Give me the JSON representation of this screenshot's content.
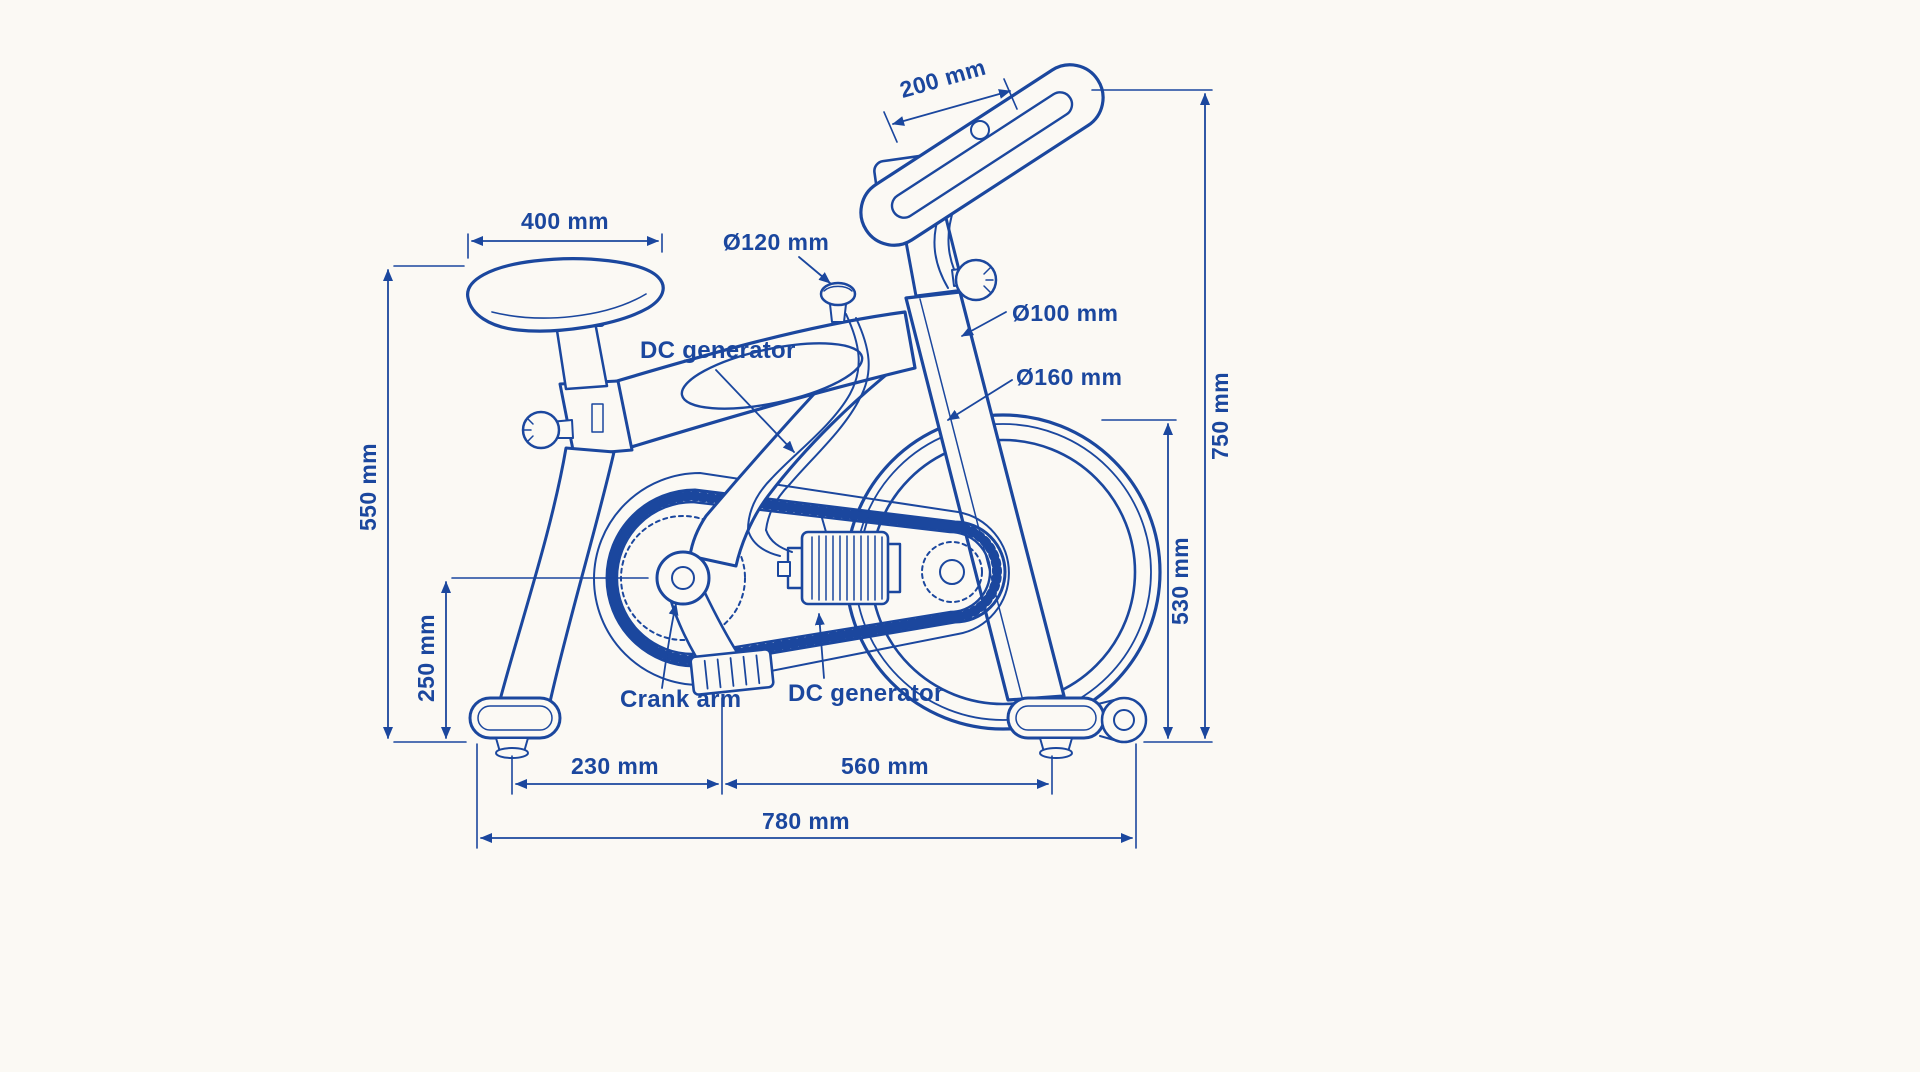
{
  "colors": {
    "line": "#1b479e",
    "background": "#fbf9f4"
  },
  "dims": {
    "seat_width": "400 mm",
    "handlebar_length": "200 mm",
    "knob_diameter": "Ø120 mm",
    "post_diameter": "Ø100 mm",
    "front_tube_diameter": "Ø160 mm",
    "overall_height": "750 mm",
    "flywheel_height": "530 mm",
    "seat_height": "550 mm",
    "crank_height": "250 mm",
    "rear_foot_to_crank": "230 mm",
    "crank_to_front_foot": "560 mm",
    "overall_length": "780 mm"
  },
  "labels": {
    "dc_generator_upper": "DC generator",
    "dc_generator_lower": "DC generator",
    "crank_arm": "Crank arm"
  }
}
